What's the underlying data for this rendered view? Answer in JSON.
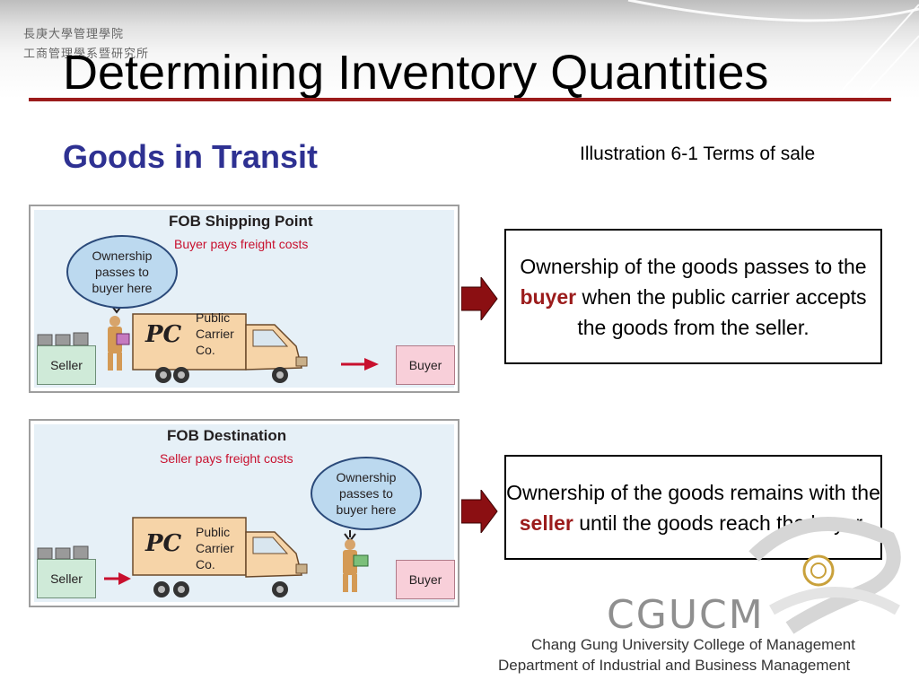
{
  "header": {
    "institution_line1": "長庚大學管理學院",
    "institution_line2": "工商管理學系暨研究所",
    "title": "Determining Inventory Quantities",
    "subtitle": "Goods in Transit",
    "caption": "Illustration 6-1 Terms of sale"
  },
  "scenes": [
    {
      "title": "FOB Shipping Point",
      "subtitle": "Buyer pays freight costs",
      "bubble": "Ownership\npasses to\nbuyer here",
      "truck_logo": "PC",
      "truck_label": "Public\nCarrier\nCo.",
      "seller_label": "Seller",
      "buyer_label": "Buyer",
      "text_before": "Ownership of the goods passes to the ",
      "highlight": "buyer",
      "text_after": " when the public carrier accepts the goods from the seller."
    },
    {
      "title": "FOB Destination",
      "subtitle": "Seller pays freight costs",
      "bubble": "Ownership\npasses to\nbuyer here",
      "truck_logo": "PC",
      "truck_label": "Public\nCarrier\nCo.",
      "seller_label": "Seller",
      "buyer_label": "Buyer",
      "text_before": "Ownership of the goods remains with the ",
      "highlight": "seller",
      "text_after": " until the goods reach the buyer."
    }
  ],
  "footer": {
    "logo_text": "CGUCM",
    "line1": "Chang Gung University College of Management",
    "line2": "Department of Industrial and Business Management"
  },
  "colors": {
    "title_rule": "#9b1b1b",
    "subtitle": "#2e3192",
    "highlight": "#9b1b1b",
    "arrow": "#8b0f12"
  }
}
